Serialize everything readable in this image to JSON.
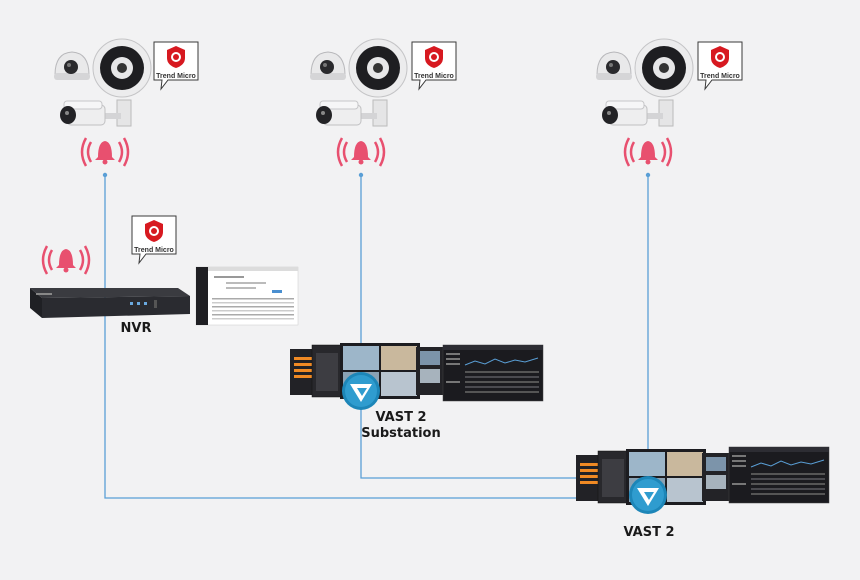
{
  "colors": {
    "connection_line": "#5a9fd6",
    "alarm_icon": "#e8506f",
    "vast_logo": "#1d86b8",
    "trend_micro_red": "#d71920",
    "background": "#f2f2f3"
  },
  "camera_groups": [
    {
      "security_badge": "Trend Micro",
      "icons": [
        "dome-camera-icon",
        "fisheye-camera-icon",
        "bullet-camera-icon",
        "alarm-bell-icon"
      ]
    },
    {
      "security_badge": "Trend Micro",
      "icons": [
        "dome-camera-icon",
        "fisheye-camera-icon",
        "bullet-camera-icon",
        "alarm-bell-icon"
      ]
    },
    {
      "security_badge": "Trend Micro",
      "icons": [
        "dome-camera-icon",
        "fisheye-camera-icon",
        "bullet-camera-icon",
        "alarm-bell-icon"
      ]
    }
  ],
  "nvr": {
    "label": "NVR",
    "security_badge": "Trend Micro",
    "icons": [
      "alarm-bell-icon",
      "nvr-device-icon",
      "web-interface-screen-icon"
    ]
  },
  "vast2_substation": {
    "label_line1": "VAST 2",
    "label_line2": "Substation",
    "icons": [
      "vast-logo-icon",
      "monitoring-screens-icon",
      "dashboard-screen-icon"
    ]
  },
  "vast2": {
    "label": "VAST 2",
    "icons": [
      "vast-logo-icon",
      "monitoring-screens-icon",
      "dashboard-screen-icon"
    ]
  }
}
